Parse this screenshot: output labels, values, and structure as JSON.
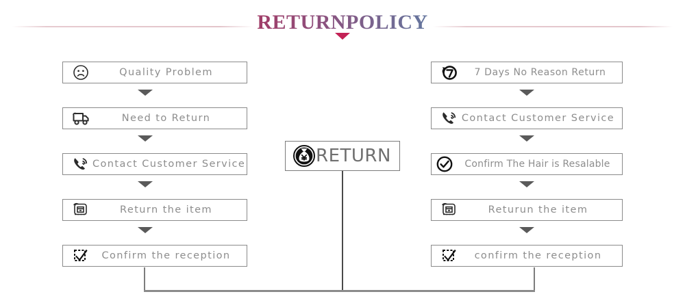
{
  "header": {
    "title_part1": "RETURN",
    "title_part2": "POLICY",
    "accent_left": "#b9234b",
    "accent_right": "#3a87ab",
    "rule_color": "#e3c5cb",
    "caret_color": "#c32256"
  },
  "center": {
    "label": "RETURN",
    "icon": "money-bag-icon"
  },
  "left_column": [
    {
      "label": "Quality Problem",
      "icon": "sad-face-icon"
    },
    {
      "label": "Need to Return",
      "icon": "return-truck-icon"
    },
    {
      "label": "Contact Customer Service",
      "icon": "phone-call-icon"
    },
    {
      "label": "Return the item",
      "icon": "return-package-icon"
    },
    {
      "label": "Confirm the reception",
      "icon": "checkbox-check-icon"
    }
  ],
  "right_column": [
    {
      "label": "7 Days No Reason Return",
      "icon": "seven-day-return-icon"
    },
    {
      "label": "Contact Customer Service",
      "icon": "phone-call-icon"
    },
    {
      "label": "Confirm The Hair is Resalable",
      "icon": "check-circle-icon"
    },
    {
      "label": "Returun the item",
      "icon": "return-package-icon"
    },
    {
      "label": "confirm the reception",
      "icon": "checkbox-check-icon"
    }
  ],
  "arrow_icon": "chevron-down-triangle-icon"
}
